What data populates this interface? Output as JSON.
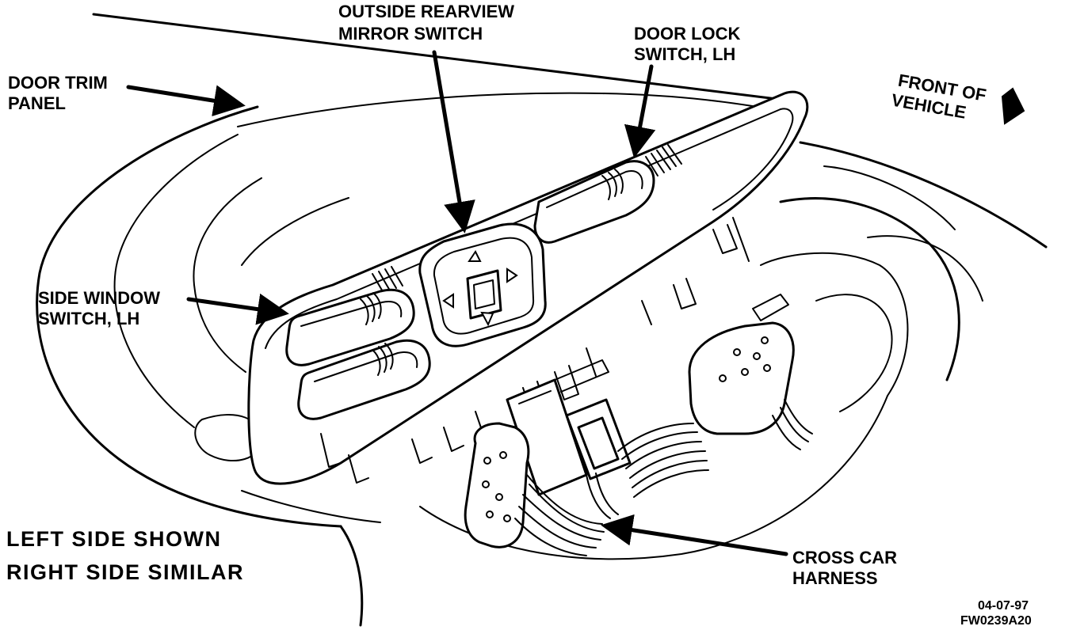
{
  "labels": {
    "door_trim_panel": [
      "DOOR TRIM",
      "PANEL"
    ],
    "mirror_switch": [
      "OUTSIDE REARVIEW",
      "MIRROR SWITCH"
    ],
    "door_lock_switch": [
      "DOOR LOCK",
      "SWITCH, LH"
    ],
    "front_of_vehicle": [
      "FRONT OF",
      "VEHICLE"
    ],
    "side_window_switch": [
      "SIDE WINDOW",
      "SWITCH, LH"
    ],
    "cross_car_harness": [
      "CROSS CAR",
      "HARNESS"
    ],
    "note": [
      "LEFT SIDE SHOWN",
      "RIGHT SIDE SIMILAR"
    ],
    "date_code": "04-07-97",
    "figure_code": "FW0239A20"
  }
}
